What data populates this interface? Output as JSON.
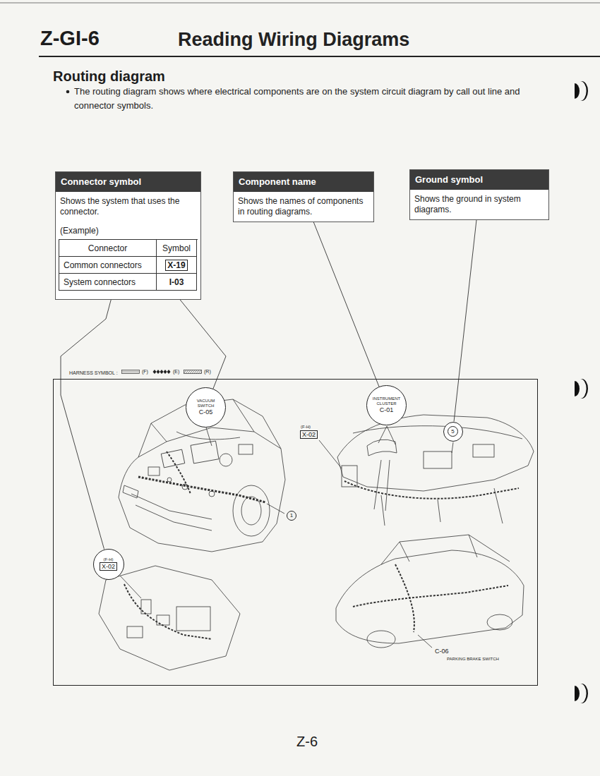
{
  "diagram": {
    "title": "Reading Wiring Diagrams",
    "nodes": [
      {
        "text": [
          "Connector symbol",
          "Shows the system that uses the connector.",
          "(Example)",
          "Connector",
          "Symbol",
          "Common connectors",
          "X-19",
          "System connectors",
          "I-03"
        ]
      },
      {
        "text": [
          "Component name",
          "Shows the names of components in routing diagrams."
        ]
      },
      {
        "text": [
          "Ground symbol",
          "Shows the ground in system diagrams."
        ]
      },
      {
        "text": [
          "HARNESS SYMBOL :"
        ]
      },
      {
        "text": [
          "VACUUM SWITCH",
          "C-05"
        ],
        "in": 3
      },
      {
        "text": [
          "INSTRUMENT CLUSTER",
          "C-01"
        ],
        "in": 3
      },
      {
        "text": [
          "5"
        ],
        "in": 3
      },
      {
        "text": [
          "(F-H)",
          "X-02"
        ],
        "in": 3
      }
    ],
    "edges": [
      {
        "from": 0,
        "to": 4,
        "arrow": "none"
      },
      {
        "from": 0,
        "to": 7,
        "arrow": "none"
      },
      {
        "from": 1,
        "to": 5,
        "arrow": "none"
      },
      {
        "from": 2,
        "to": 6,
        "arrow": "none"
      }
    ],
    "labels": [
      "Z-GI-6",
      "Routing diagram",
      "The routing diagram shows where electrical components are on the system circuit diagram by call out line and connector symbols.",
      "(F-H)",
      "X-02",
      "1",
      "C-06",
      "PARKING BRAKE SWITCH",
      "Z-6"
    ],
    "legend": [
      {
        "text": "(F)"
      },
      {
        "text": "(E)"
      },
      {
        "text": "(R)"
      }
    ]
  }
}
